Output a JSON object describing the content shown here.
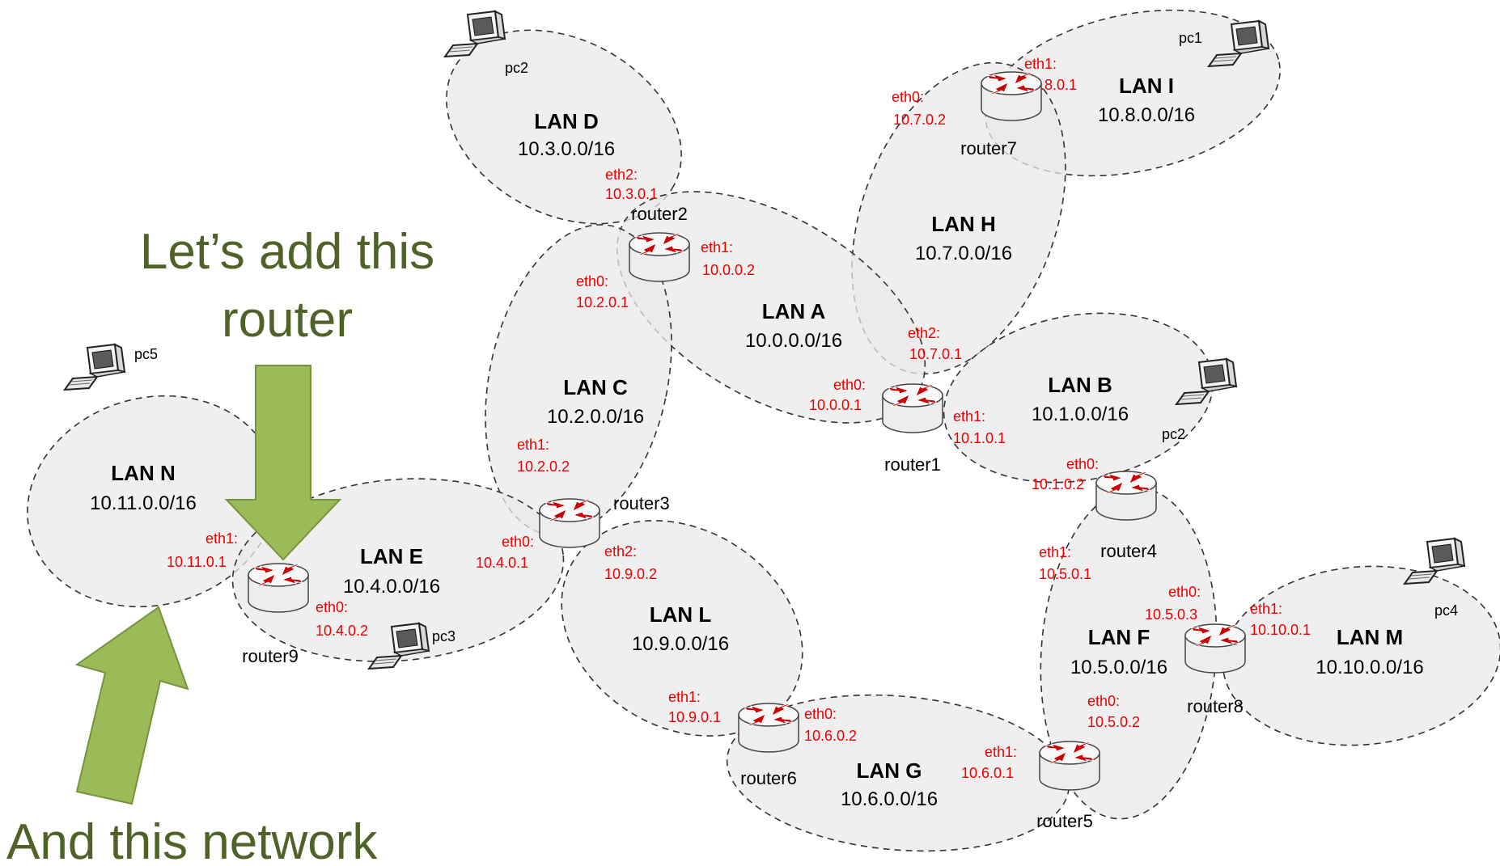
{
  "lans": [
    {
      "id": "D",
      "name": "LAN D",
      "network": "10.3.0.0/16"
    },
    {
      "id": "I",
      "name": "LAN I",
      "network": "10.8.0.0/16"
    },
    {
      "id": "H",
      "name": "LAN H",
      "network": "10.7.0.0/16"
    },
    {
      "id": "A",
      "name": "LAN A",
      "network": "10.0.0.0/16"
    },
    {
      "id": "C",
      "name": "LAN C",
      "network": "10.2.0.0/16"
    },
    {
      "id": "B",
      "name": "LAN B",
      "network": "10.1.0.0/16"
    },
    {
      "id": "N",
      "name": "LAN N",
      "network": "10.11.0.0/16"
    },
    {
      "id": "E",
      "name": "LAN E",
      "network": "10.4.0.0/16"
    },
    {
      "id": "L",
      "name": "LAN L",
      "network": "10.9.0.0/16"
    },
    {
      "id": "F",
      "name": "LAN F",
      "network": "10.5.0.0/16"
    },
    {
      "id": "M",
      "name": "LAN M",
      "network": "10.10.0.0/16"
    },
    {
      "id": "G",
      "name": "LAN G",
      "network": "10.6.0.0/16"
    }
  ],
  "routers": [
    {
      "name": "router1"
    },
    {
      "name": "router2"
    },
    {
      "name": "router3"
    },
    {
      "name": "router4"
    },
    {
      "name": "router5"
    },
    {
      "name": "router6"
    },
    {
      "name": "router7"
    },
    {
      "name": "router8"
    },
    {
      "name": "router9"
    }
  ],
  "pcs": [
    {
      "name": "pc1"
    },
    {
      "name": "pc2"
    },
    {
      "name": "pc2"
    },
    {
      "name": "pc3"
    },
    {
      "name": "pc4"
    },
    {
      "name": "pc5"
    }
  ],
  "interfaces": [
    {
      "iface": "eth2:",
      "ip": "10.3.0.1"
    },
    {
      "iface": "eth1:",
      "ip": "10.0.0.2"
    },
    {
      "iface": "eth0:",
      "ip": "10.2.0.1"
    },
    {
      "iface": "eth1:",
      "ip": "10.8.0.1"
    },
    {
      "iface": "eth0:",
      "ip": "10.7.0.2"
    },
    {
      "iface": "eth2:",
      "ip": "10.7.0.1"
    },
    {
      "iface": "eth0:",
      "ip": "10.0.0.1"
    },
    {
      "iface": "eth1:",
      "ip": "10.1.0.1"
    },
    {
      "iface": "eth1:",
      "ip": "10.2.0.2"
    },
    {
      "iface": "eth0:",
      "ip": "10.4.0.1"
    },
    {
      "iface": "eth2:",
      "ip": "10.9.0.2"
    },
    {
      "iface": "eth0:",
      "ip": "10.1.0.2"
    },
    {
      "iface": "eth1:",
      "ip": "10.5.0.1"
    },
    {
      "iface": "eth0:",
      "ip": "10.5.0.3"
    },
    {
      "iface": "eth1:",
      "ip": "10.10.0.1"
    },
    {
      "iface": "eth0:",
      "ip": "10.5.0.2"
    },
    {
      "iface": "eth1:",
      "ip": "10.6.0.1"
    },
    {
      "iface": "eth1:",
      "ip": "10.9.0.1"
    },
    {
      "iface": "eth0:",
      "ip": "10.6.0.2"
    },
    {
      "iface": "eth1:",
      "ip": "10.11.0.1"
    },
    {
      "iface": "eth0:",
      "ip": "10.4.0.2"
    }
  ],
  "callouts": {
    "router_line1": "Let’s add this",
    "router_line2": "router",
    "network": "And this network"
  },
  "colors": {
    "lan_fill": "#e9e9e9",
    "interface_label": "#ee0000",
    "callout_text": "#4f6228",
    "arrow_fill": "#9bbb59",
    "router_arrows": "#cc0000"
  },
  "icons": {
    "router": "router-icon",
    "pc": "desktop-computer-icon",
    "arrow": "callout-arrow"
  }
}
